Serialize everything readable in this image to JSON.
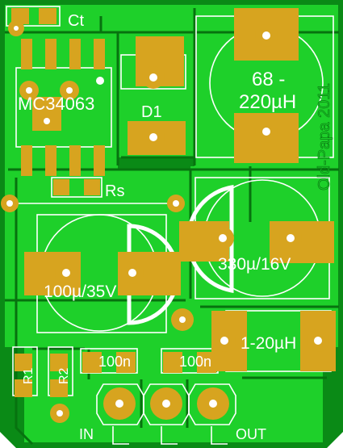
{
  "board": {
    "author_text": "Old-Papa 2011",
    "colors": {
      "board": "#0a8a16",
      "copper": "#1ed02a",
      "gap": "#07720f",
      "pad": "#d7a41f",
      "silk": "#ffffff",
      "hole": "#ffffff"
    }
  },
  "labels": {
    "ct": "Ct",
    "ic": "MC34063",
    "d1": "D1",
    "rs": "Rs",
    "l1_a": "68 -",
    "l1_b": "220µH",
    "c2": "330µ/16V",
    "c1": "100µ/35V",
    "l2": "1-20µH",
    "r1": "R1",
    "r2": "R2",
    "c3": "100n",
    "c4": "100n",
    "in": "IN",
    "out": "OUT"
  }
}
